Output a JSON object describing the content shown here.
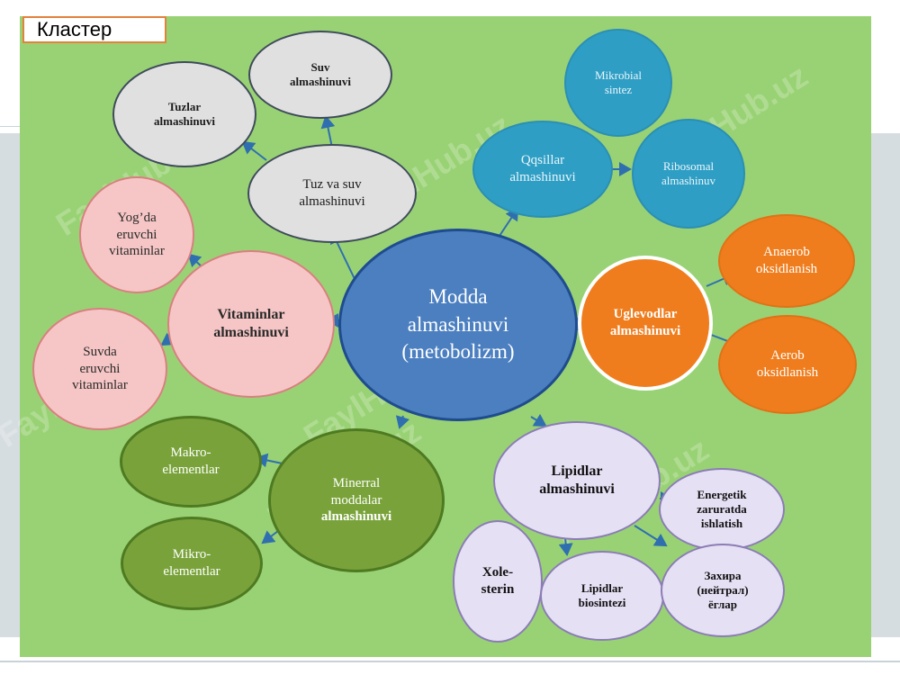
{
  "slide": {
    "title": "Кластер"
  },
  "colors": {
    "background": "#99d274",
    "center": "#4b7fc0",
    "gray_nodes": "#e0e0e0",
    "pink_nodes": "#f6c6c6",
    "teal_nodes": "#2e9ec4",
    "orange_nodes": "#ef7d1d",
    "olive_nodes": "#79a33a",
    "lavender_nodes": "#e6e0f4",
    "connector": "#2f6fb0"
  },
  "watermark": "FaylHub.uz",
  "nodes": {
    "center": [
      "Modda",
      "almashinuvi",
      "(metobolizm)"
    ],
    "suv": [
      "Suv",
      "almashinuvi"
    ],
    "tuzlar": [
      "Tuzlar",
      "almashinuvi"
    ],
    "tuz_suv": [
      "Tuz va suv",
      "almashinuvi"
    ],
    "mikrobial": [
      "Mikrobial",
      "sintez"
    ],
    "qsillar": [
      "Qqsillar",
      "almashinuvi"
    ],
    "ribosomal": [
      "Ribosomal",
      "almashinuv"
    ],
    "yogda": [
      "Yog’da",
      "eruvchi",
      "vitaminlar"
    ],
    "vitaminlar": [
      "Vitaminlar",
      "almashinuvi"
    ],
    "suvda": [
      "Suvda",
      "eruvchi",
      "vitaminlar"
    ],
    "anaerob": [
      "Anaerob",
      "oksidlanish"
    ],
    "uglevodlar": [
      "Uglevodlar",
      "almashinuvi"
    ],
    "aerob": [
      "Aerob",
      "oksidlanish"
    ],
    "makro": [
      "Makro-",
      "elementlar"
    ],
    "minerral": [
      "Minerral",
      "moddalar",
      "almashinuvi"
    ],
    "mikro": [
      "Mikro-",
      "elementlar"
    ],
    "lipidlar": [
      "Lipidlar",
      "almashinuvi"
    ],
    "energetik": [
      "Energetik",
      "zaruratda",
      "ishlatish"
    ],
    "xole": [
      "Xole-",
      "sterin"
    ],
    "lip_bio": [
      "Lipidlar",
      "biosintezi"
    ],
    "zaxira": [
      "Захира",
      "(нейтрал)",
      "ёглар"
    ]
  }
}
